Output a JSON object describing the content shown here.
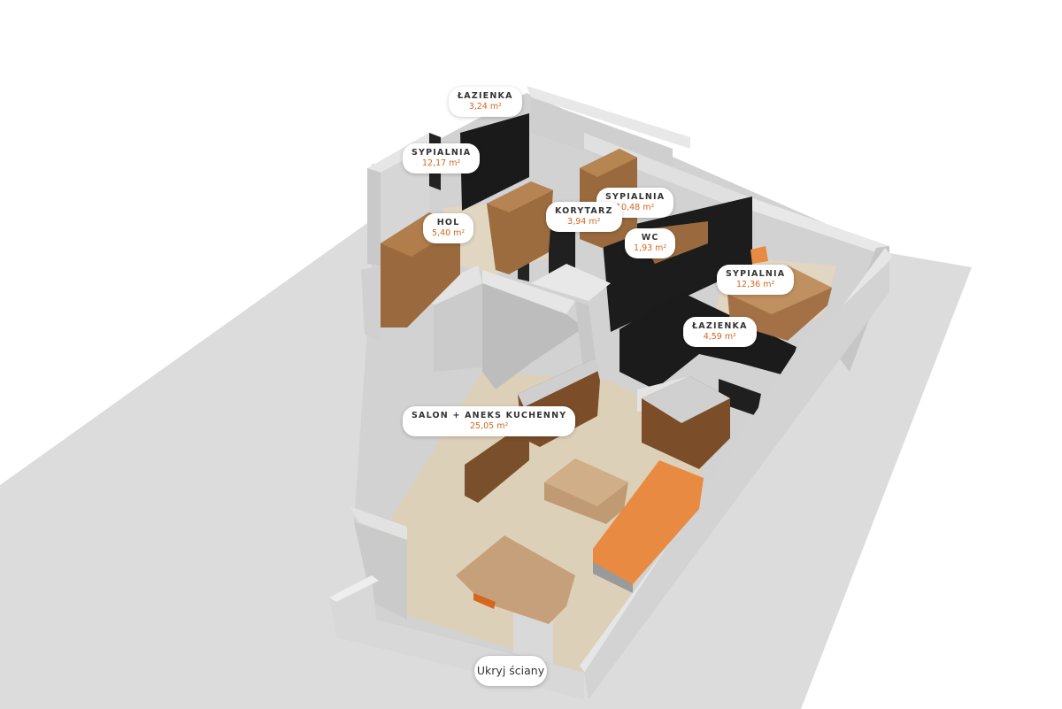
{
  "rooms": [
    {
      "name": "ŁAZIENKA",
      "area": "3,24 m²"
    },
    {
      "name": "SYPIALNIA",
      "area": "12,17 m²"
    },
    {
      "name": "SYPIALNIA",
      "area": "10,48 m²"
    },
    {
      "name": "KORYTARZ",
      "area": "3,94 m²"
    },
    {
      "name": "HOL",
      "area": "5,40 m²"
    },
    {
      "name": "WC",
      "area": "1,93 m²"
    },
    {
      "name": "SYPIALNIA",
      "area": "12,36 m²"
    },
    {
      "name": "ŁAZIENKA",
      "area": "4,59 m²"
    },
    {
      "name": "SALON + ANEKS KUCHENNY",
      "area": "25,05 m²"
    }
  ],
  "controls": {
    "hide_walls_label": "Ukryj ściany"
  },
  "colors": {
    "accent": "#d4661e",
    "floor": "#ddd0b8",
    "wall": "#d4d4d4",
    "ground": "#dcdcdc",
    "furniture": "#8b5a33",
    "sofa": "#e88a42"
  }
}
